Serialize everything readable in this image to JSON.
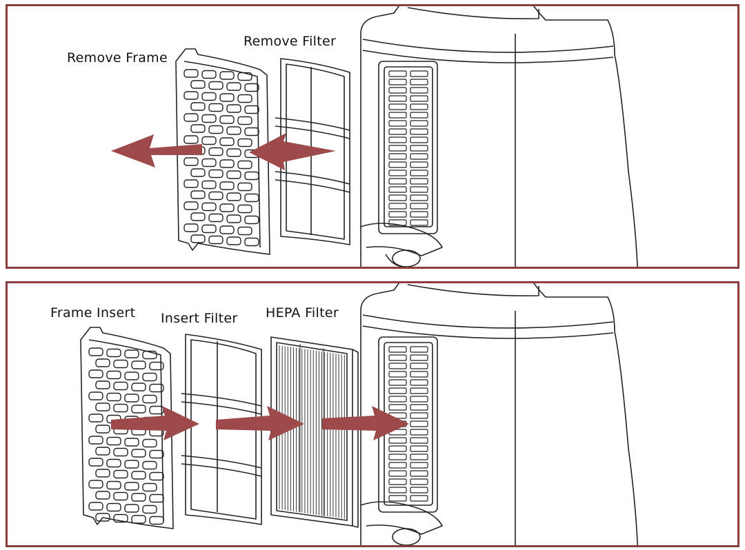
{
  "diagram": {
    "arrow_color": "#9e4a4a",
    "frame_color": "#8a3d3d",
    "step_remove": {
      "labels": {
        "frame": "Remove Frame",
        "filter": "Remove Filter"
      }
    },
    "step_insert": {
      "labels": {
        "frame": "Frame Insert",
        "filter": "Insert Filter",
        "hepa": "HEPA Filter"
      }
    }
  }
}
